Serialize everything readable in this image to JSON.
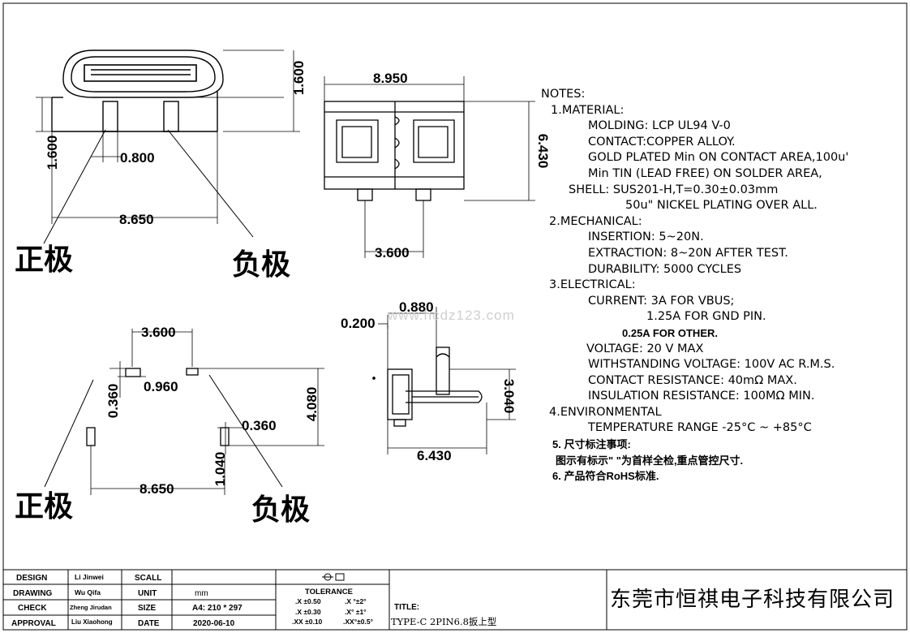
{
  "dimensions": {
    "top_left": {
      "d1600_v": "1.600",
      "d1600_h": "1.600",
      "d0800": "0.800",
      "d8650": "8.650"
    },
    "top_mid": {
      "d8950": "8.950",
      "d6430": "6.430",
      "d3600": "3.600"
    },
    "bot_left": {
      "d3600": "3.600",
      "d0960": "0.960",
      "d0360a": "0.360",
      "d4080": "4.080",
      "d0360b": "0.360",
      "d1040": "1.040",
      "d8650": "8.650"
    },
    "side": {
      "d0880": "0.880",
      "d0200": "0.200",
      "d3040": "3.040",
      "d6430": "6.430"
    }
  },
  "labels": {
    "positive_top": "正极",
    "negative_top": "负极",
    "positive_bottom": "正极",
    "negative_bottom": "负极"
  },
  "watermark": "www.hcdz123.com",
  "notes": [
    {
      "text": "NOTES:",
      "indent": 0,
      "bold": false
    },
    {
      "text": "1.MATERIAL:",
      "indent": 12,
      "bold": false
    },
    {
      "text": "MOLDING: LCP UL94 V-0",
      "indent": 58,
      "bold": false
    },
    {
      "text": "CONTACT:COPPER ALLOY.",
      "indent": 58,
      "bold": false
    },
    {
      "text": "GOLD PLATED Min ON CONTACT AREA,100u'",
      "indent": 58,
      "bold": false
    },
    {
      "text": "Min TIN (LEAD FREE) ON SOLDER AREA,",
      "indent": 58,
      "bold": false
    },
    {
      "text": "SHELL: SUS201-H,T=0.30±0.03mm",
      "indent": 34,
      "bold": false
    },
    {
      "text": "50u\" NICKEL PLATING OVER ALL.",
      "indent": 104,
      "bold": false
    },
    {
      "text": "2.MECHANICAL:",
      "indent": 10,
      "bold": false
    },
    {
      "text": "INSERTION: 5~20N.",
      "indent": 58,
      "bold": false
    },
    {
      "text": "EXTRACTION: 8~20N AFTER TEST.",
      "indent": 58,
      "bold": false
    },
    {
      "text": "DURABILITY: 5000 CYCLES",
      "indent": 58,
      "bold": false
    },
    {
      "text": "3.ELECTRICAL:",
      "indent": 10,
      "bold": false
    },
    {
      "text": "CURRENT: 3A FOR VBUS;",
      "indent": 58,
      "bold": false
    },
    {
      "text": "1.25A FOR GND PIN.",
      "indent": 130,
      "bold": false
    },
    {
      "text": "0.25A FOR OTHER.",
      "indent": 100,
      "bold": true
    },
    {
      "text": "VOLTAGE: 20 V MAX",
      "indent": 56,
      "bold": false
    },
    {
      "text": "WITHSTANDING VOLTAGE: 100V AC R.M.S.",
      "indent": 58,
      "bold": false
    },
    {
      "text": "CONTACT RESISTANCE: 40mΩ MAX.",
      "indent": 58,
      "bold": false
    },
    {
      "text": "INSULATION RESISTANCE: 100MΩ MIN.",
      "indent": 58,
      "bold": false
    },
    {
      "text": "4.ENVIRONMENTAL",
      "indent": 10,
      "bold": false
    },
    {
      "text": "TEMPERATURE RANGE -25°C ~ +85°C",
      "indent": 58,
      "bold": false
    },
    {
      "text": "5. 尺寸标注事项:",
      "indent": 14,
      "bold": true
    },
    {
      "text": "图示有标示\" \"为首样全检,重点管控尺寸.",
      "indent": 18,
      "bold": true
    },
    {
      "text": "6. 产品符合RoHS标准.",
      "indent": 14,
      "bold": true
    }
  ],
  "title_block": {
    "design_label": "DESIGN",
    "design_name": "Li Jinwei",
    "drawing_label": "DRAWING",
    "drawing_name": "Wu Qifa",
    "check_label": "CHECK",
    "check_name": "Zheng Jirudan",
    "approval_label": "APPROVAL",
    "approval_name": "Liu Xiaohong",
    "scale_label": "SCALL",
    "scale_value": "",
    "unit_label": "UNIT",
    "unit_value": "mm",
    "size_label": "SIZE",
    "size_value": "A4: 210 * 297",
    "date_label": "DATE",
    "date_value": "2020-06-10",
    "tolerance_label": "TOLERANCE",
    "tol": [
      ".X  ±0.50",
      ".X °±2°",
      ".X  ±0.30",
      ".X° ±1°",
      ".XX ±0.10",
      ".XX°±0.5°"
    ],
    "title_label": "TITLE:",
    "title_value": "TYPE-C 2PIN6.8扳上型",
    "company": "东莞市恒祺电子科技有限公司"
  }
}
